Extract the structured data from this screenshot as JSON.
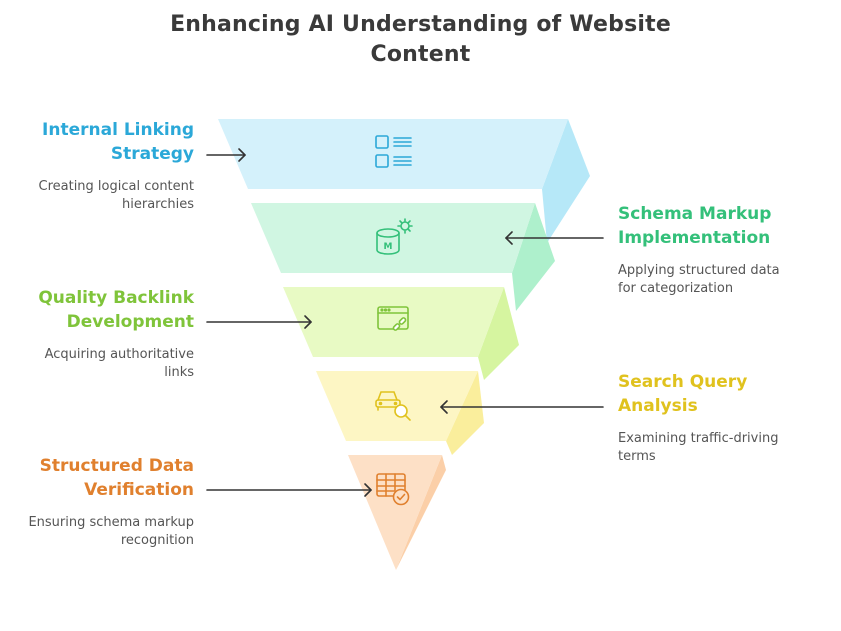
{
  "title": {
    "line1": "Enhancing AI Understanding of Website",
    "line2": "Content"
  },
  "colors": {
    "title": "#3a3a3a",
    "description": "#555555",
    "arrow": "#333333"
  },
  "stages": [
    {
      "heading_line1": "Internal Linking",
      "heading_line2": "Strategy",
      "description_line1": "Creating logical content",
      "description_line2": "hierarchies",
      "color": "#2ba8d8",
      "fill": "#d4f1fb",
      "icon": "list-layout-icon"
    },
    {
      "heading_line1": "Schema Markup",
      "heading_line2": "Implementation",
      "description_line1": "Applying structured data",
      "description_line2": "for categorization",
      "color": "#34c07a",
      "fill": "#d0f6e2",
      "icon": "database-gear-icon"
    },
    {
      "heading_line1": "Quality Backlink",
      "heading_line2": "Development",
      "description_line1": "Acquiring authoritative",
      "description_line2": "links",
      "color": "#7fc43a",
      "fill": "#e8fac4",
      "icon": "browser-link-icon"
    },
    {
      "heading_line1": "Search Query",
      "heading_line2": "Analysis",
      "description_line1": "Examining traffic-driving",
      "description_line2": "terms",
      "color": "#e0c21e",
      "fill": "#fdf6c4",
      "icon": "car-search-icon"
    },
    {
      "heading_line1": "Structured Data",
      "heading_line2": "Verification",
      "description_line1": "Ensuring schema markup",
      "description_line2": "recognition",
      "color": "#e0802e",
      "fill": "#fde0c6",
      "icon": "table-check-icon"
    }
  ]
}
